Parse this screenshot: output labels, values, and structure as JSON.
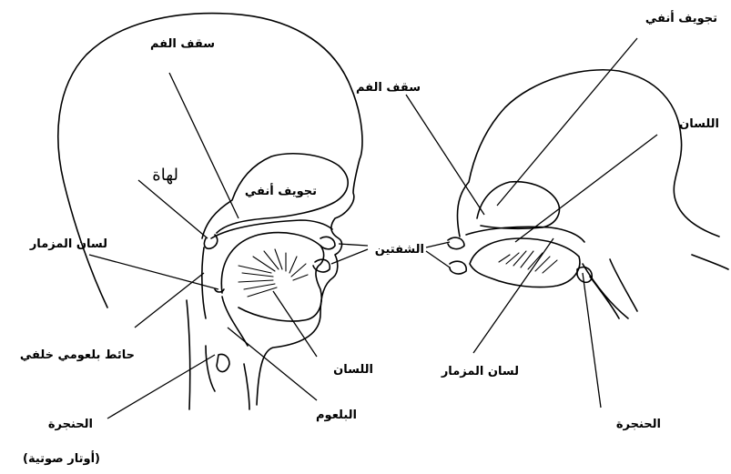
{
  "left_figure": {
    "labels": {
      "palate": "سقف الفم",
      "uvula": "لهاة",
      "nasal_cavity": "تجويف أنفي",
      "epiglottis": "لسان المزمار",
      "lips": "الشفتين",
      "posterior_pharyngeal_wall": "حائط بلعومي خلفي",
      "tongue": "اللسان",
      "pharynx": "البلعوم",
      "larynx": "الحنجرة",
      "vocal_cords": "(أوتار صوتية)"
    }
  },
  "right_figure": {
    "labels": {
      "nasal_cavity": "تجويف أنفي",
      "palate": "سقف الفم",
      "tongue": "اللسان",
      "epiglottis": "لسان المزمار",
      "larynx": "الحنجرة"
    }
  }
}
